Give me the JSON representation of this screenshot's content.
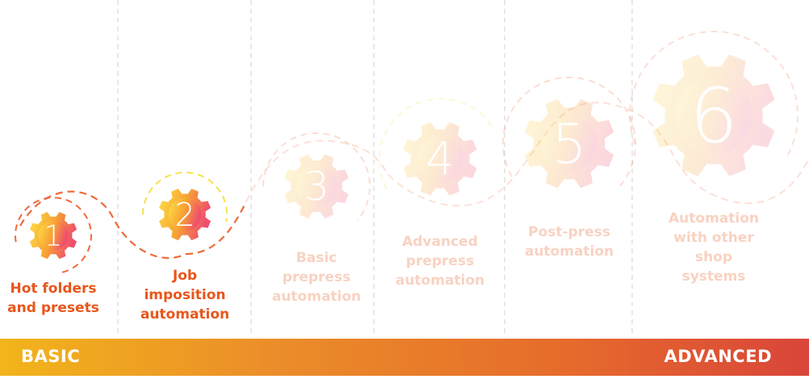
{
  "steps": [
    {
      "number": "1",
      "label": "Hot folders\nand presets",
      "emphasis": "active"
    },
    {
      "number": "2",
      "label": "Job\nimposition\nautomation",
      "emphasis": "active"
    },
    {
      "number": "3",
      "label": "Basic\nprepress\nautomation",
      "emphasis": "faded"
    },
    {
      "number": "4",
      "label": "Advanced\nprepress\nautomation",
      "emphasis": "faded"
    },
    {
      "number": "5",
      "label": "Post-press\nautomation",
      "emphasis": "faded"
    },
    {
      "number": "6",
      "label": "Automation\nwith other\nshop systems",
      "emphasis": "faded"
    }
  ],
  "scale": {
    "left_label": "BASIC",
    "right_label": "ADVANCED"
  },
  "colors": {
    "active_text": "#e8561c",
    "faded_text": "#f8d2c2",
    "dash_active": "#ef6a3c",
    "dash_yellow": "#f6e24a",
    "gear_yellow": "#fde046",
    "gear_orange": "#f7a133",
    "gear_red": "#ef4f6f",
    "separator": "#d9d9d9"
  }
}
